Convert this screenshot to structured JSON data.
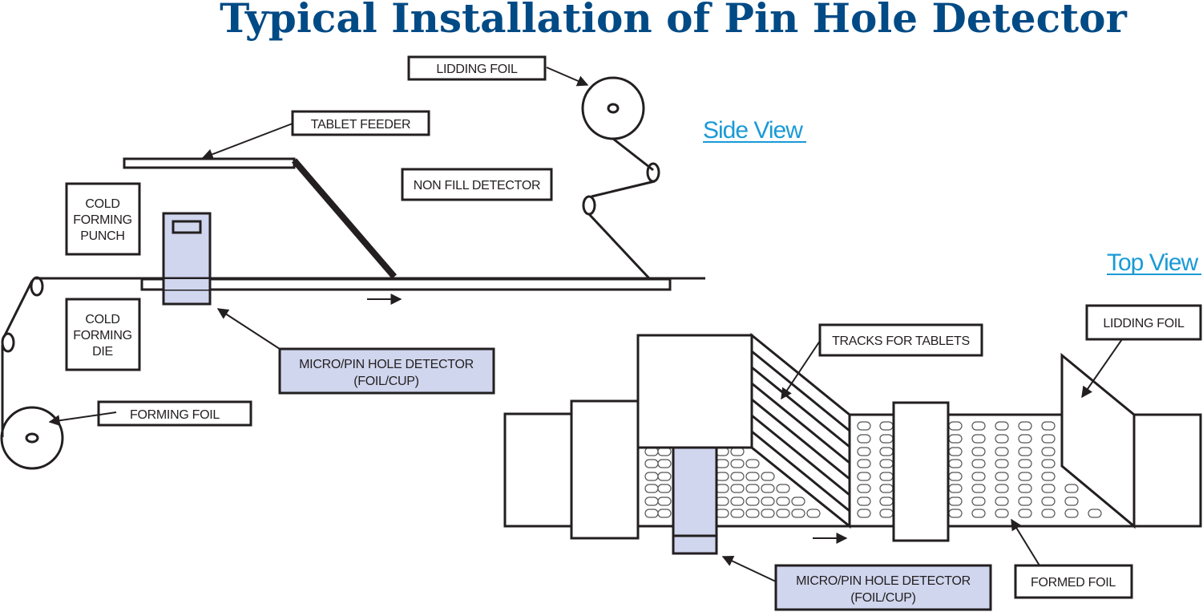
{
  "title": "Typical Installation of Pin Hole Detector",
  "views": {
    "side": "Side View",
    "top": "Top View"
  },
  "side_view": {
    "labels": {
      "lidding_foil": "LIDDING FOIL",
      "tablet_feeder": "TABLET FEEDER",
      "non_fill_detector": "NON FILL DETECTOR",
      "cold_forming_punch": [
        "COLD",
        "FORMING",
        "PUNCH"
      ],
      "cold_forming_die": [
        "COLD",
        "FORMING",
        "DIE"
      ],
      "forming_foil": "FORMING FOIL",
      "detector": [
        "MICRO/PIN HOLE DETECTOR",
        "(FOIL/CUP)"
      ]
    }
  },
  "top_view": {
    "labels": {
      "tracks_for_tablets": "TRACKS FOR TABLETS",
      "lidding_foil": "LIDDING FOIL",
      "formed_foil": "FORMED FOIL",
      "detector": [
        "MICRO/PIN HOLE DETECTOR",
        "(FOIL/CUP)"
      ]
    }
  },
  "colors": {
    "title": "#004a85",
    "view_label": "#1a9ad6",
    "detector_fill": "#d0d6ee",
    "line": "#231f20"
  }
}
